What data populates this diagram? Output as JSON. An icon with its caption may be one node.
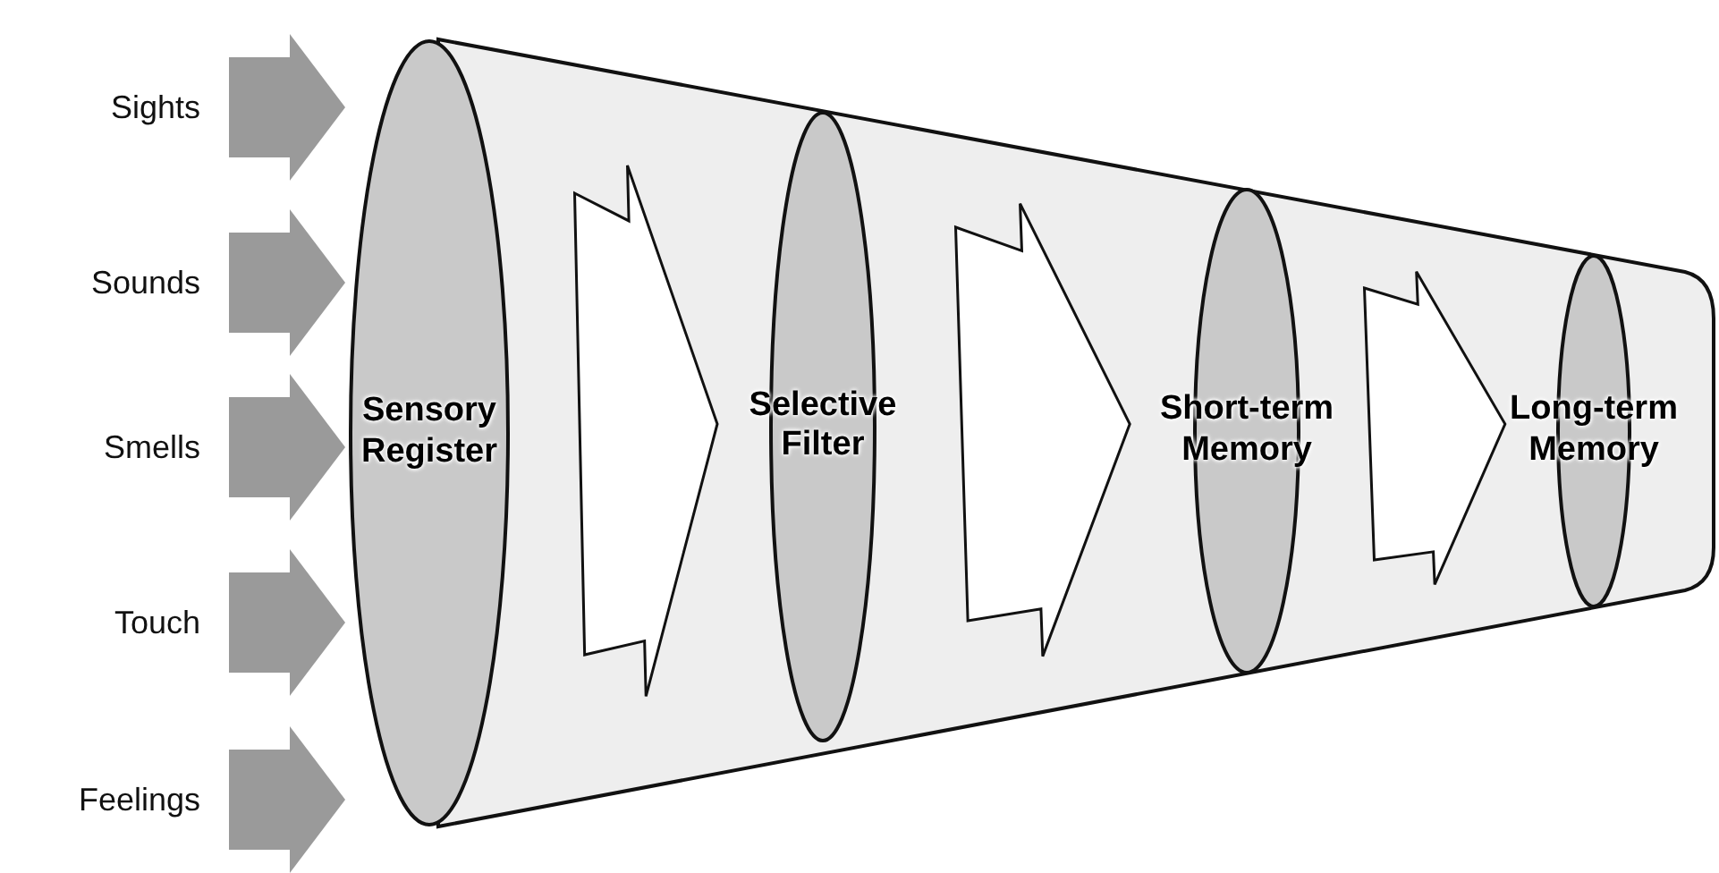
{
  "diagram": {
    "nodes": [
      {
        "text": [
          "Sights"
        ]
      },
      {
        "text": [
          "Sounds"
        ]
      },
      {
        "text": [
          "Smells"
        ]
      },
      {
        "text": [
          "Touch"
        ]
      },
      {
        "text": [
          "Feelings"
        ]
      },
      {
        "text": [
          "Sensory Register"
        ]
      },
      {
        "text": [
          "Selective Filter"
        ]
      },
      {
        "text": [
          "Short-term Memory"
        ]
      },
      {
        "text": [
          "Long-term Memory"
        ]
      }
    ],
    "edges": [
      {
        "from": 0,
        "to": 5,
        "arrow": "to"
      },
      {
        "from": 1,
        "to": 5,
        "arrow": "to"
      },
      {
        "from": 2,
        "to": 5,
        "arrow": "to"
      },
      {
        "from": 3,
        "to": 5,
        "arrow": "to"
      },
      {
        "from": 4,
        "to": 5,
        "arrow": "to"
      },
      {
        "from": 5,
        "to": 6,
        "arrow": "to"
      },
      {
        "from": 6,
        "to": 7,
        "arrow": "to"
      },
      {
        "from": 7,
        "to": 8,
        "arrow": "to"
      }
    ]
  }
}
